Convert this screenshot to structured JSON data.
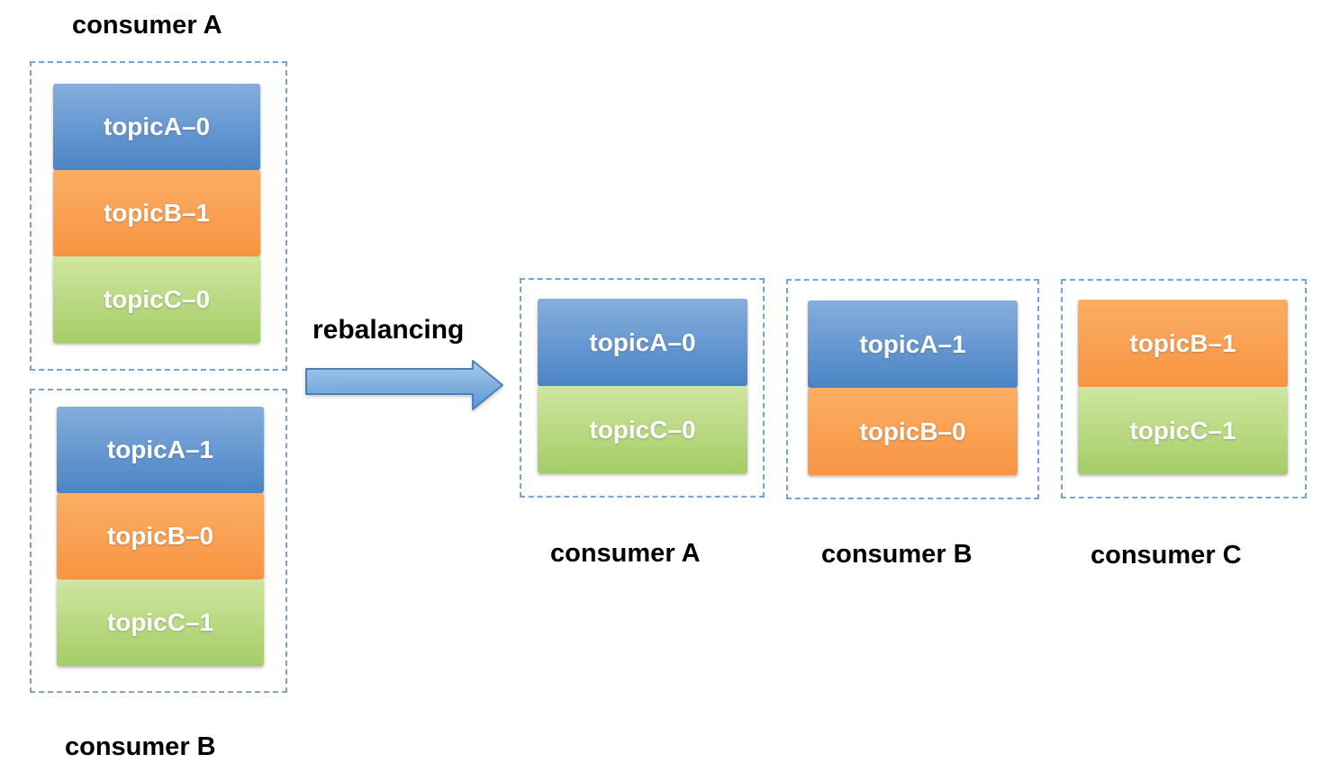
{
  "arrow": {
    "label": "rebalancing"
  },
  "before": {
    "groups": [
      {
        "label": "consumer A",
        "partitions": [
          {
            "name": "topicA–0",
            "color": "blue"
          },
          {
            "name": "topicB–1",
            "color": "orange"
          },
          {
            "name": "topicC–0",
            "color": "green"
          }
        ]
      },
      {
        "label": "consumer B",
        "partitions": [
          {
            "name": "topicA–1",
            "color": "blue"
          },
          {
            "name": "topicB–0",
            "color": "orange"
          },
          {
            "name": "topicC–1",
            "color": "green"
          }
        ]
      }
    ]
  },
  "after": {
    "groups": [
      {
        "label": "consumer A",
        "partitions": [
          {
            "name": "topicA–0",
            "color": "blue"
          },
          {
            "name": "topicC–0",
            "color": "green"
          }
        ]
      },
      {
        "label": "consumer B",
        "partitions": [
          {
            "name": "topicA–1",
            "color": "blue"
          },
          {
            "name": "topicB–0",
            "color": "orange"
          }
        ]
      },
      {
        "label": "consumer C",
        "partitions": [
          {
            "name": "topicB–1",
            "color": "orange"
          },
          {
            "name": "topicC–1",
            "color": "green"
          }
        ]
      }
    ]
  },
  "colors": {
    "blue_top": "#85AEDD",
    "blue_bottom": "#4A84C6",
    "orange_top": "#FBAE63",
    "orange_bottom": "#F89443",
    "green_top": "#CFE6A0",
    "green_bottom": "#A5CD66",
    "arrow_fill_top": "#A8CBED",
    "arrow_fill_bottom": "#5B95D3",
    "arrow_border": "#4C80BD",
    "dashed_border": "#76A3D8",
    "consumer_label_color": "#000000",
    "partition_label_color": "#FFFFFF"
  }
}
